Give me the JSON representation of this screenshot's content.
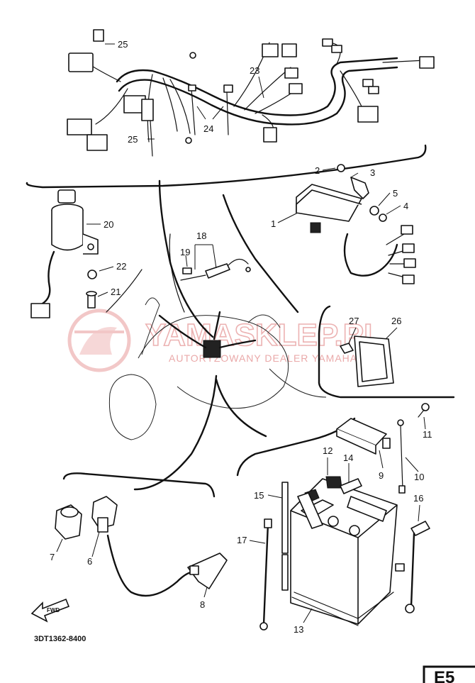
{
  "diagram_code": "3DT1362-8400",
  "watermark": {
    "main": "YAMASKLEP.PL",
    "sub": "AUTORYZOWANY DEALER YAMAHA"
  },
  "forward_label": "FWD",
  "corner_label": "E5",
  "callouts": [
    {
      "id": "c1",
      "text": "1"
    },
    {
      "id": "c2",
      "text": "2"
    },
    {
      "id": "c3",
      "text": "3"
    },
    {
      "id": "c4",
      "text": "4"
    },
    {
      "id": "c5",
      "text": "5"
    },
    {
      "id": "c6",
      "text": "6"
    },
    {
      "id": "c7",
      "text": "7"
    },
    {
      "id": "c8",
      "text": "8"
    },
    {
      "id": "c9",
      "text": "9"
    },
    {
      "id": "c10",
      "text": "10"
    },
    {
      "id": "c11",
      "text": "11"
    },
    {
      "id": "c12",
      "text": "12"
    },
    {
      "id": "c13",
      "text": "13"
    },
    {
      "id": "c14",
      "text": "14"
    },
    {
      "id": "c15",
      "text": "15"
    },
    {
      "id": "c16",
      "text": "16"
    },
    {
      "id": "c17",
      "text": "17"
    },
    {
      "id": "c18",
      "text": "18"
    },
    {
      "id": "c19",
      "text": "19"
    },
    {
      "id": "c20",
      "text": "20"
    },
    {
      "id": "c21",
      "text": "21"
    },
    {
      "id": "c22",
      "text": "22"
    },
    {
      "id": "c23",
      "text": "23"
    },
    {
      "id": "c24",
      "text": "24"
    },
    {
      "id": "c25a",
      "text": "25"
    },
    {
      "id": "c25b",
      "text": "25"
    },
    {
      "id": "c26",
      "text": "26"
    },
    {
      "id": "c27",
      "text": "27"
    }
  ]
}
